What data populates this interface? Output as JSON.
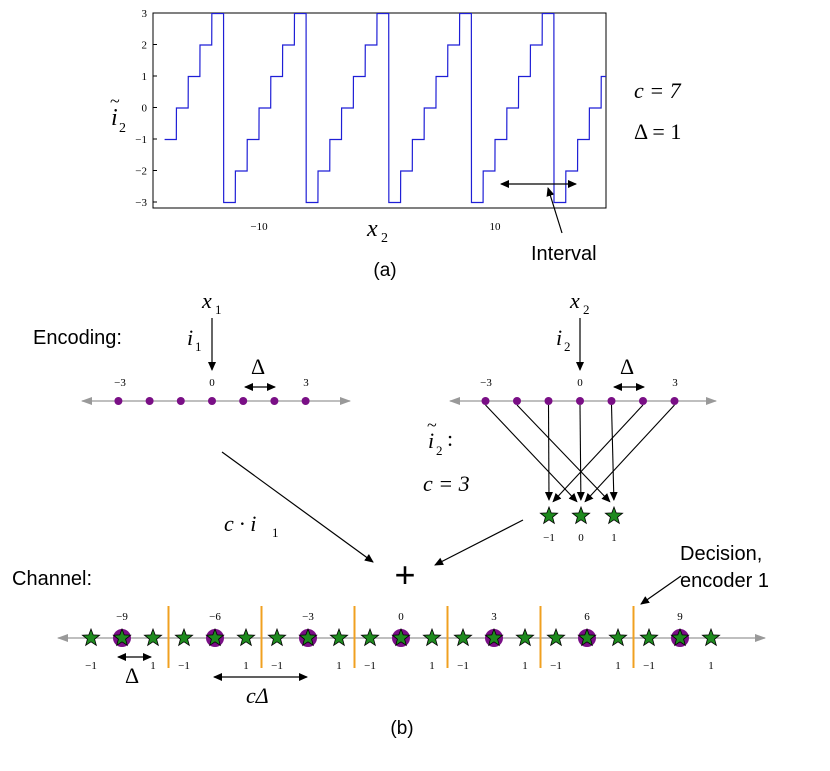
{
  "plot": {
    "y_ticks": [
      "3",
      "2",
      "1",
      "0",
      "−1",
      "−2",
      "−3"
    ],
    "x_ticks": [
      "−10",
      "10"
    ],
    "y_axis_symbol": "i",
    "y_axis_sub": "2",
    "x_axis_symbol": "x",
    "x_axis_sub": "2",
    "param_c": "c = 7",
    "param_delta": "Δ = 1",
    "interval_label": "Interval",
    "caption": "(a)",
    "curve_color": "#1f1fd6"
  },
  "diagram": {
    "encoding_label": "Encoding:",
    "channel_label": "Channel:",
    "x1_symbol": "x",
    "x1_sub": "1",
    "i1_symbol": "i",
    "i1_sub": "1",
    "x2_symbol": "x",
    "x2_sub": "2",
    "i2_symbol": "i",
    "i2_sub": "2",
    "delta": "Δ",
    "line_left": {
      "left": "−3",
      "center": "0",
      "right": "3"
    },
    "line_right": {
      "left": "−3",
      "center": "0",
      "right": "3"
    },
    "i2_tilde_colon": ":",
    "c_eq": "c = 3",
    "stars_labels": [
      "−1",
      "0",
      "1"
    ],
    "c_times_i1": "c · i",
    "c_times_i1_sub": "1",
    "plus": "+",
    "decision_line1": "Decision,",
    "decision_line2": "encoder 1",
    "channel_top_labels": [
      "−9",
      "−6",
      "−3",
      "0",
      "3",
      "6",
      "9"
    ],
    "channel_bottom_labels": [
      "−1",
      "1",
      "−1",
      "1",
      "−1",
      "1",
      "−1",
      "1",
      "−1",
      "1",
      "−1",
      "1",
      "−1",
      "1"
    ],
    "channel_delta": "Δ",
    "channel_cdelta": "cΔ",
    "caption": "(b)",
    "dot_color": "#7a0f86",
    "star_color": "#1e8a1e",
    "boundary_color": "#f0a020"
  }
}
